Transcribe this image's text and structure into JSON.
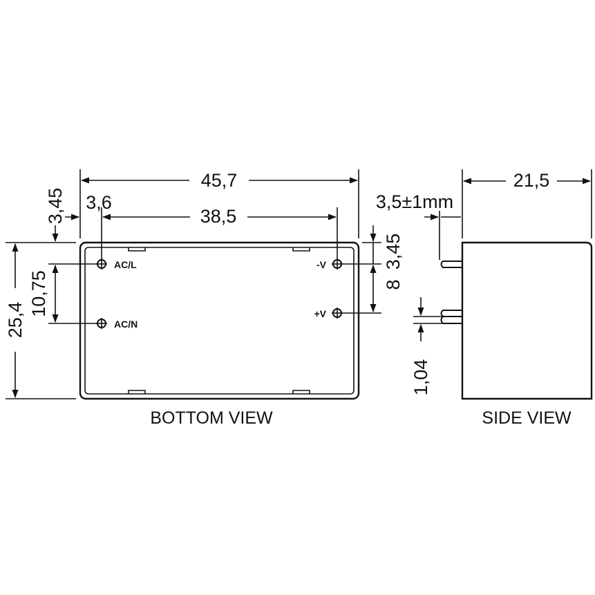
{
  "bottom_view": {
    "title": "BOTTOM VIEW",
    "dimensions": {
      "overall_width": "45,7",
      "pin_spacing_horizontal": "38,5",
      "pin_offset_left": "3,6",
      "edge_offset_left": "3,45",
      "overall_height": "25,4",
      "pin_spacing_vertical_left": "10,75",
      "edge_offset_right": "3,45",
      "pin_spacing_vertical_right": "8"
    },
    "pins": {
      "ac_l": "AC/L",
      "ac_n": "AC/N",
      "minus_v": "-V",
      "plus_v": "+V"
    }
  },
  "side_view": {
    "title": "SIDE VIEW",
    "dimensions": {
      "depth": "21,5",
      "pin_length": "3,5±1mm",
      "pin_diameter": "1,04"
    }
  }
}
